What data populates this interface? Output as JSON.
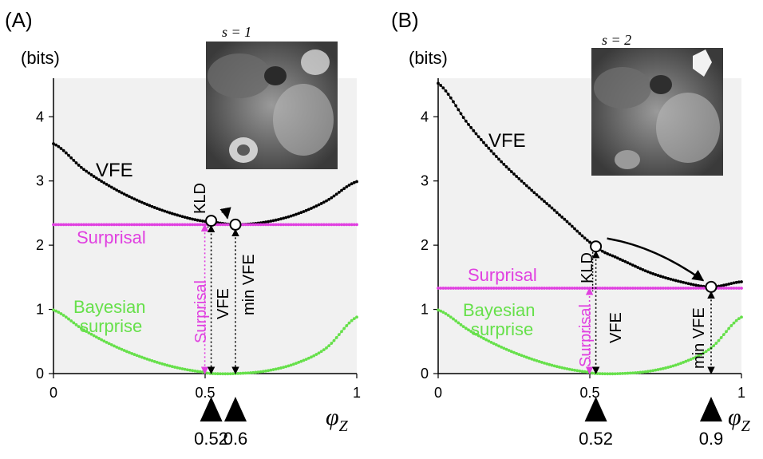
{
  "chart_data": [
    {
      "type": "line",
      "panel_label": "(A)",
      "ylabel": "(bits)",
      "xlabel": "φ_Z",
      "xlim": [
        0,
        1
      ],
      "ylim": [
        0,
        4.6
      ],
      "x_ticks": [
        "0",
        "0.5",
        "1"
      ],
      "y_ticks": [
        "0",
        "1",
        "2",
        "3",
        "4"
      ],
      "image_caption": "s = 1",
      "series": [
        {
          "name": "VFE",
          "color": "#000000",
          "x": [
            0,
            0.1,
            0.2,
            0.3,
            0.4,
            0.5,
            0.52,
            0.6,
            0.7,
            0.8,
            0.9,
            1.0
          ],
          "y": [
            3.58,
            3.18,
            2.88,
            2.65,
            2.48,
            2.37,
            2.36,
            2.32,
            2.36,
            2.48,
            2.69,
            2.99
          ]
        },
        {
          "name": "Surprisal",
          "color": "#e040e0",
          "x": [
            0,
            1
          ],
          "y": [
            2.32,
            2.32
          ]
        },
        {
          "name": "Bayesian surprise",
          "color": "#66e04a",
          "x": [
            0,
            0.1,
            0.2,
            0.3,
            0.4,
            0.5,
            0.52,
            0.6,
            0.7,
            0.8,
            0.9,
            1.0
          ],
          "y": [
            0.99,
            0.68,
            0.43,
            0.24,
            0.1,
            0.02,
            0.0,
            0.0,
            0.04,
            0.16,
            0.4,
            0.88
          ]
        }
      ],
      "markers": [
        {
          "label": "0.52",
          "x": 0.52
        },
        {
          "label": "0.6",
          "x": 0.6
        }
      ],
      "points": [
        {
          "x": 0.52,
          "y": 2.38
        },
        {
          "x": 0.6,
          "y": 2.32
        }
      ],
      "annotations": {
        "kld": "KLD",
        "surprisal_vertical": "Surprisal",
        "vfe_vertical": "VFE",
        "min_vfe": "min VFE"
      }
    },
    {
      "type": "line",
      "panel_label": "(B)",
      "ylabel": "(bits)",
      "xlabel": "φ_Z",
      "xlim": [
        0,
        1
      ],
      "ylim": [
        0,
        4.6
      ],
      "x_ticks": [
        "0",
        "0.5",
        "1"
      ],
      "y_ticks": [
        "0",
        "1",
        "2",
        "3",
        "4"
      ],
      "image_caption": "s = 2",
      "series": [
        {
          "name": "VFE",
          "color": "#000000",
          "x": [
            0,
            0.1,
            0.2,
            0.3,
            0.4,
            0.52,
            0.6,
            0.7,
            0.8,
            0.9,
            1.0
          ],
          "y": [
            4.52,
            3.88,
            3.34,
            2.89,
            2.47,
            1.98,
            1.78,
            1.57,
            1.43,
            1.35,
            1.43
          ]
        },
        {
          "name": "Surprisal",
          "color": "#e040e0",
          "x": [
            0,
            1
          ],
          "y": [
            1.33,
            1.33
          ]
        },
        {
          "name": "Bayesian surprise",
          "color": "#66e04a",
          "x": [
            0,
            0.1,
            0.2,
            0.3,
            0.4,
            0.5,
            0.52,
            0.6,
            0.7,
            0.8,
            0.9,
            1.0
          ],
          "y": [
            0.99,
            0.68,
            0.43,
            0.24,
            0.1,
            0.02,
            0.0,
            0.0,
            0.04,
            0.16,
            0.4,
            0.88
          ]
        }
      ],
      "markers": [
        {
          "label": "0.52",
          "x": 0.52
        },
        {
          "label": "0.9",
          "x": 0.9
        }
      ],
      "points": [
        {
          "x": 0.52,
          "y": 1.98
        },
        {
          "x": 0.9,
          "y": 1.35
        }
      ],
      "annotations": {
        "kld": "KLD",
        "surprisal_vertical": "Surprisal",
        "vfe_vertical": "VFE",
        "min_vfe": "min VFE"
      }
    }
  ]
}
